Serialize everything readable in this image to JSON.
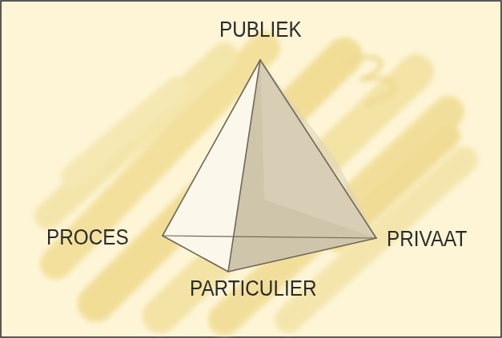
{
  "diagram": {
    "labels": [
      "PUBLIEK",
      "PROCES",
      "PRIVAAT",
      "PARTICULIER"
    ]
  }
}
